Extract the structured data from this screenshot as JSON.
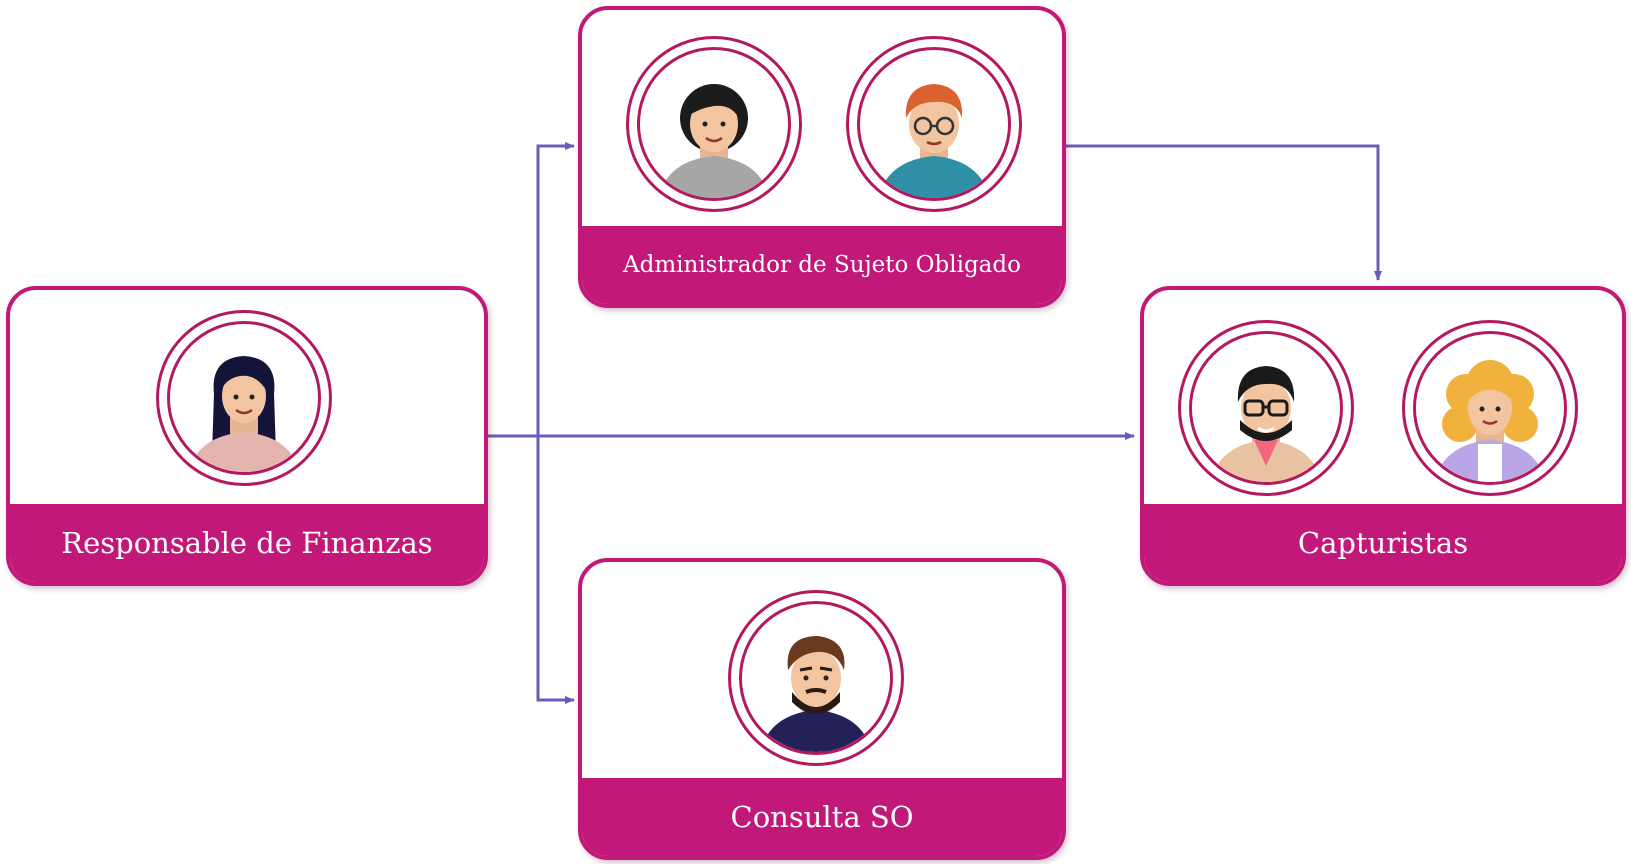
{
  "diagram": {
    "line_color": "#6E5BB8",
    "brand_color": "#C2187A",
    "nodes": {
      "finanzas": {
        "label": "Responsable de Finanzas",
        "avatars": [
          "woman-long-dark-hair-icon"
        ]
      },
      "admin": {
        "label": "Administrador de Sujeto Obligado",
        "avatars": [
          "woman-short-hair-icon",
          "man-red-hair-glasses-icon"
        ]
      },
      "capturistas": {
        "label": "Capturistas",
        "avatars": [
          "man-glasses-beard-icon",
          "woman-curly-blonde-hair-icon"
        ]
      },
      "consulta": {
        "label": "Consulta SO",
        "avatars": [
          "man-beard-icon"
        ]
      }
    },
    "edges": [
      {
        "from": "finanzas",
        "to": "admin"
      },
      {
        "from": "finanzas",
        "to": "capturistas"
      },
      {
        "from": "finanzas",
        "to": "consulta"
      },
      {
        "from": "admin",
        "to": "capturistas"
      }
    ]
  }
}
